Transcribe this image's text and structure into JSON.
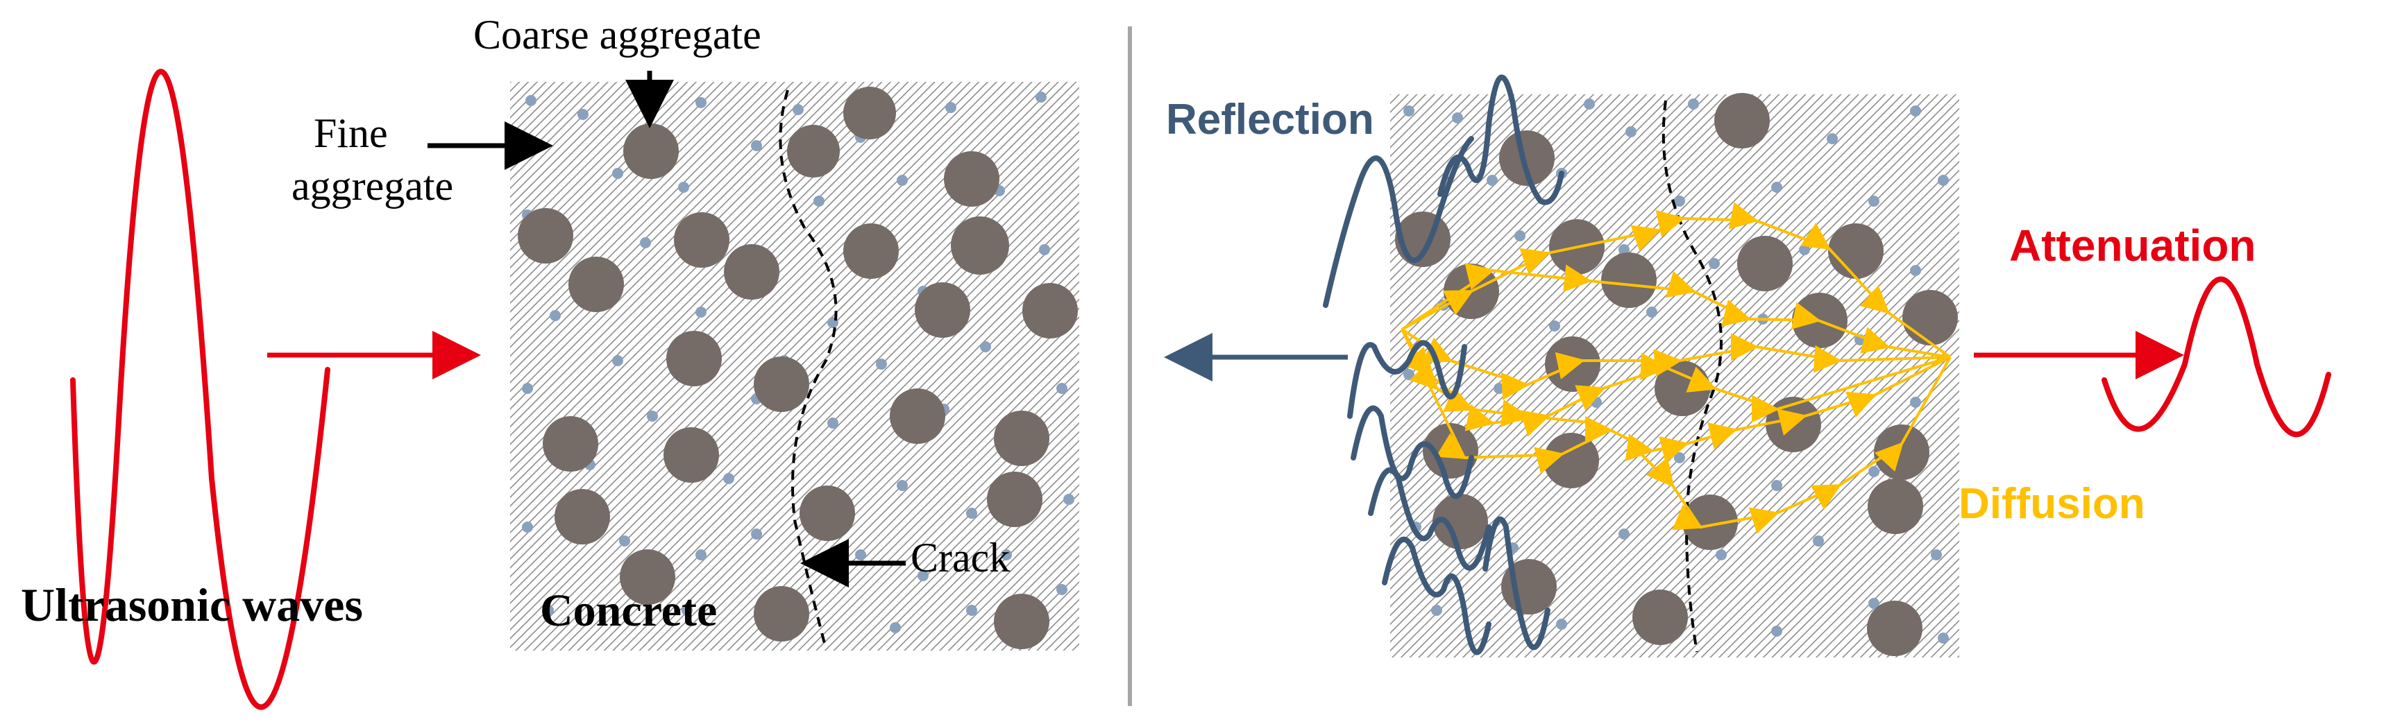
{
  "labels": {
    "coarse_aggregate": "Coarse aggregate",
    "fine_aggregate_line1": "Fine",
    "fine_aggregate_line2": "aggregate",
    "ultrasonic_waves": "Ultrasonic waves",
    "concrete": "Concrete",
    "crack": "Crack",
    "reflection": "Reflection",
    "attenuation": "Attenuation",
    "diffusion": "Diffusion"
  },
  "colors": {
    "wave_red": "#e60012",
    "reflection_blue": "#3f5a78",
    "diffusion_yellow": "#ffc000",
    "coarse_gray": "#756b67",
    "fine_blue": "#8aa1bd",
    "divider_gray": "#a6a6a6",
    "hatch": "#888888"
  },
  "icons": {
    "arrow": "arrow-icon",
    "ultrasonic_wave": "wave-icon",
    "coarse_particle": "circle",
    "fine_particle": "dot",
    "crack": "dashed-curve"
  }
}
